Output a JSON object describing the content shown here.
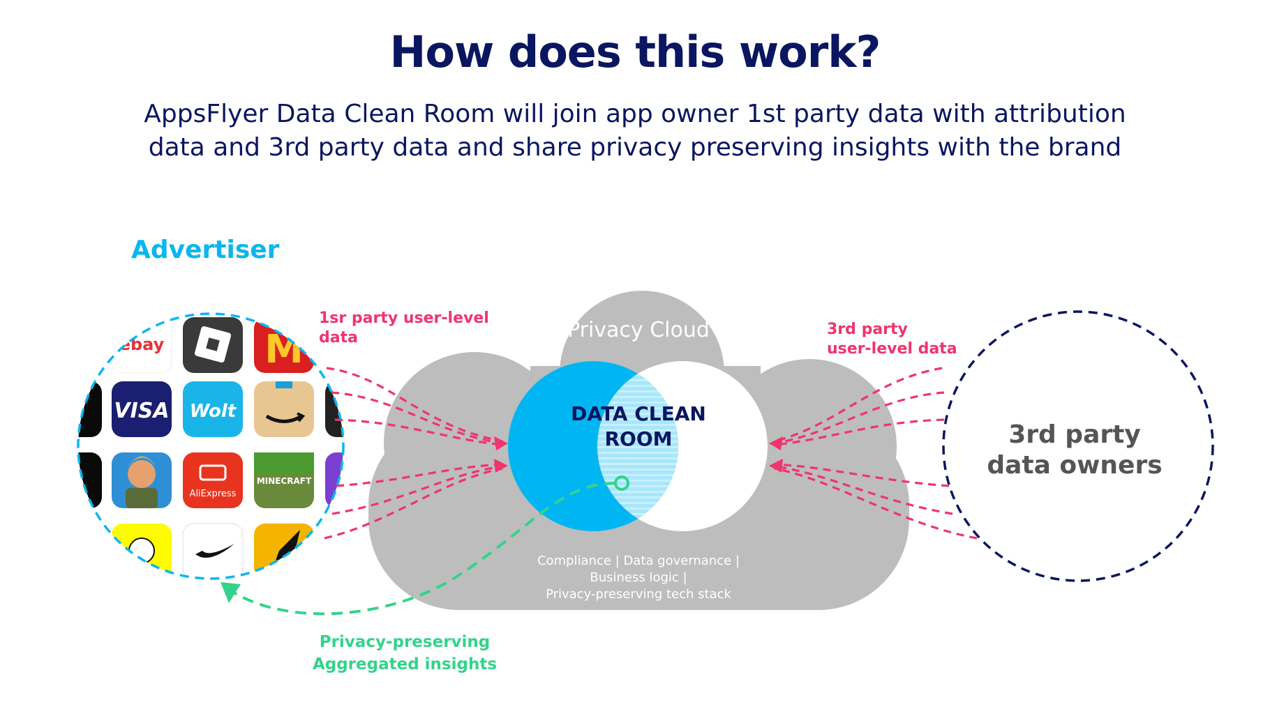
{
  "header": {
    "title": "How does this work?",
    "subtitle_line1": "AppsFlyer Data Clean Room will join app owner 1st party data with attribution",
    "subtitle_line2": "data and 3rd party data and share privacy preserving insights with the brand"
  },
  "advertiser": {
    "label": "Advertiser",
    "apps": [
      {
        "name": "ebay-icon",
        "text": "ebay",
        "bg": "#ffffff"
      },
      {
        "name": "roblox-icon",
        "text": "",
        "bg": "#3a3a3a"
      },
      {
        "name": "mcdonalds-icon",
        "text": "M",
        "bg": "#d91f1f"
      },
      {
        "name": "visa-icon",
        "text": "VISA",
        "bg": "#1a1f71"
      },
      {
        "name": "wolt-icon",
        "text": "Wolt",
        "bg": "#19b5e8"
      },
      {
        "name": "amazon-icon",
        "text": "",
        "bg": "#e7c691"
      },
      {
        "name": "fortnite-icon",
        "text": "",
        "bg": "#2e8fd6"
      },
      {
        "name": "aliexpress-icon",
        "text": "AliExpress",
        "bg": "#e8341f"
      },
      {
        "name": "minecraft-icon",
        "text": "MINECRAFT",
        "bg": "#6a8a3b"
      },
      {
        "name": "snapchat-icon",
        "text": "",
        "bg": "#fffc00"
      },
      {
        "name": "nike-icon",
        "text": "",
        "bg": "#ffffff"
      },
      {
        "name": "climber-app-icon",
        "text": "",
        "bg": "#f4b400"
      }
    ]
  },
  "flows": {
    "first_party_line1": "1sr party user-level",
    "first_party_line2": "data",
    "third_party_line1": "3rd party",
    "third_party_line2": "user-level data",
    "insights_line1": "Privacy-preserving",
    "insights_line2": "Aggregated  insights"
  },
  "cloud": {
    "title": "Privacy Cloud",
    "dcr_line1": "DATA CLEAN",
    "dcr_line2": "ROOM",
    "stack_line1": "Compliance  |  Data governance  |",
    "stack_line2": "Business logic |",
    "stack_line3": "Privacy-preserving tech stack"
  },
  "owners": {
    "line1": "3rd party",
    "line2": "data owners"
  },
  "colors": {
    "navy": "#0b1660",
    "cyan": "#0bb6f0",
    "pink": "#f0346e",
    "green": "#33d38b",
    "cloud_gray": "#bdbdbd"
  }
}
